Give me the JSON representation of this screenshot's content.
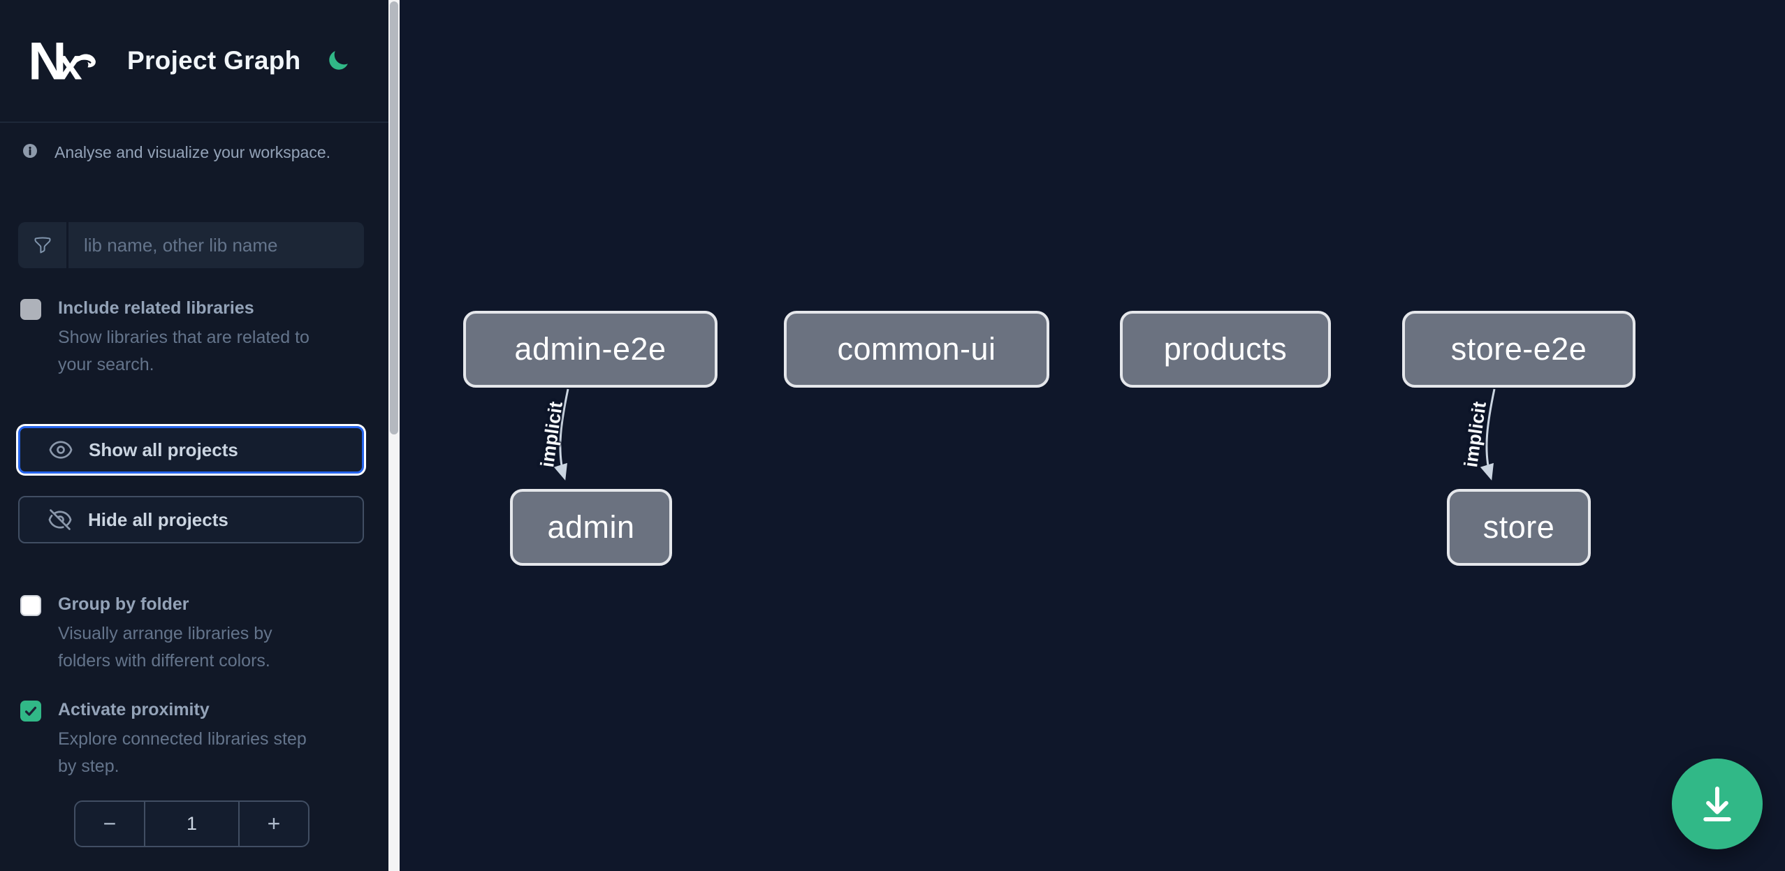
{
  "colors": {
    "sidebar_bg": "#111827",
    "canvas_bg": "#0f172a",
    "accent_green": "#31b887",
    "focus_blue": "#2563eb",
    "node_fill": "#6b7280",
    "node_border": "#e5e7eb",
    "edge": "#cbd5e1",
    "text_primary": "#f1f5f9",
    "text_muted": "#94a3b8",
    "text_dim": "#64748b"
  },
  "header": {
    "logo": "Nx",
    "title": "Project Graph",
    "theme_toggle_icon": "moon-icon"
  },
  "sidebar": {
    "info_text": "Analyse and visualize your workspace.",
    "filter": {
      "icon": "funnel-icon",
      "placeholder": "lib name, other lib name",
      "value": ""
    },
    "checkboxes": [
      {
        "label": "Include related libraries",
        "description": "Show libraries that are related to\nyour search.",
        "checked": false,
        "enabled": false
      },
      {
        "label": "Group by folder",
        "description": "Visually arrange libraries by\nfolders with different colors.",
        "checked": false,
        "enabled": true
      },
      {
        "label": "Activate proximity",
        "description": "Explore connected libraries step\nby step.",
        "checked": true,
        "enabled": true
      }
    ],
    "buttons": [
      {
        "label": "Show all projects",
        "icon": "eye-icon",
        "focused": true
      },
      {
        "label": "Hide all projects",
        "icon": "eye-slash-icon",
        "focused": false
      }
    ],
    "stepper": {
      "decrement": "−",
      "value": "1",
      "increment": "+"
    }
  },
  "graph": {
    "nodes": [
      {
        "label": "admin-e2e"
      },
      {
        "label": "common-ui"
      },
      {
        "label": "products"
      },
      {
        "label": "store-e2e"
      },
      {
        "label": "admin"
      },
      {
        "label": "store"
      }
    ],
    "edges": [
      {
        "source": "admin-e2e",
        "target": "admin",
        "label": "implicit"
      },
      {
        "source": "store-e2e",
        "target": "store",
        "label": "implicit"
      }
    ]
  },
  "fab": {
    "icon": "download-icon"
  }
}
